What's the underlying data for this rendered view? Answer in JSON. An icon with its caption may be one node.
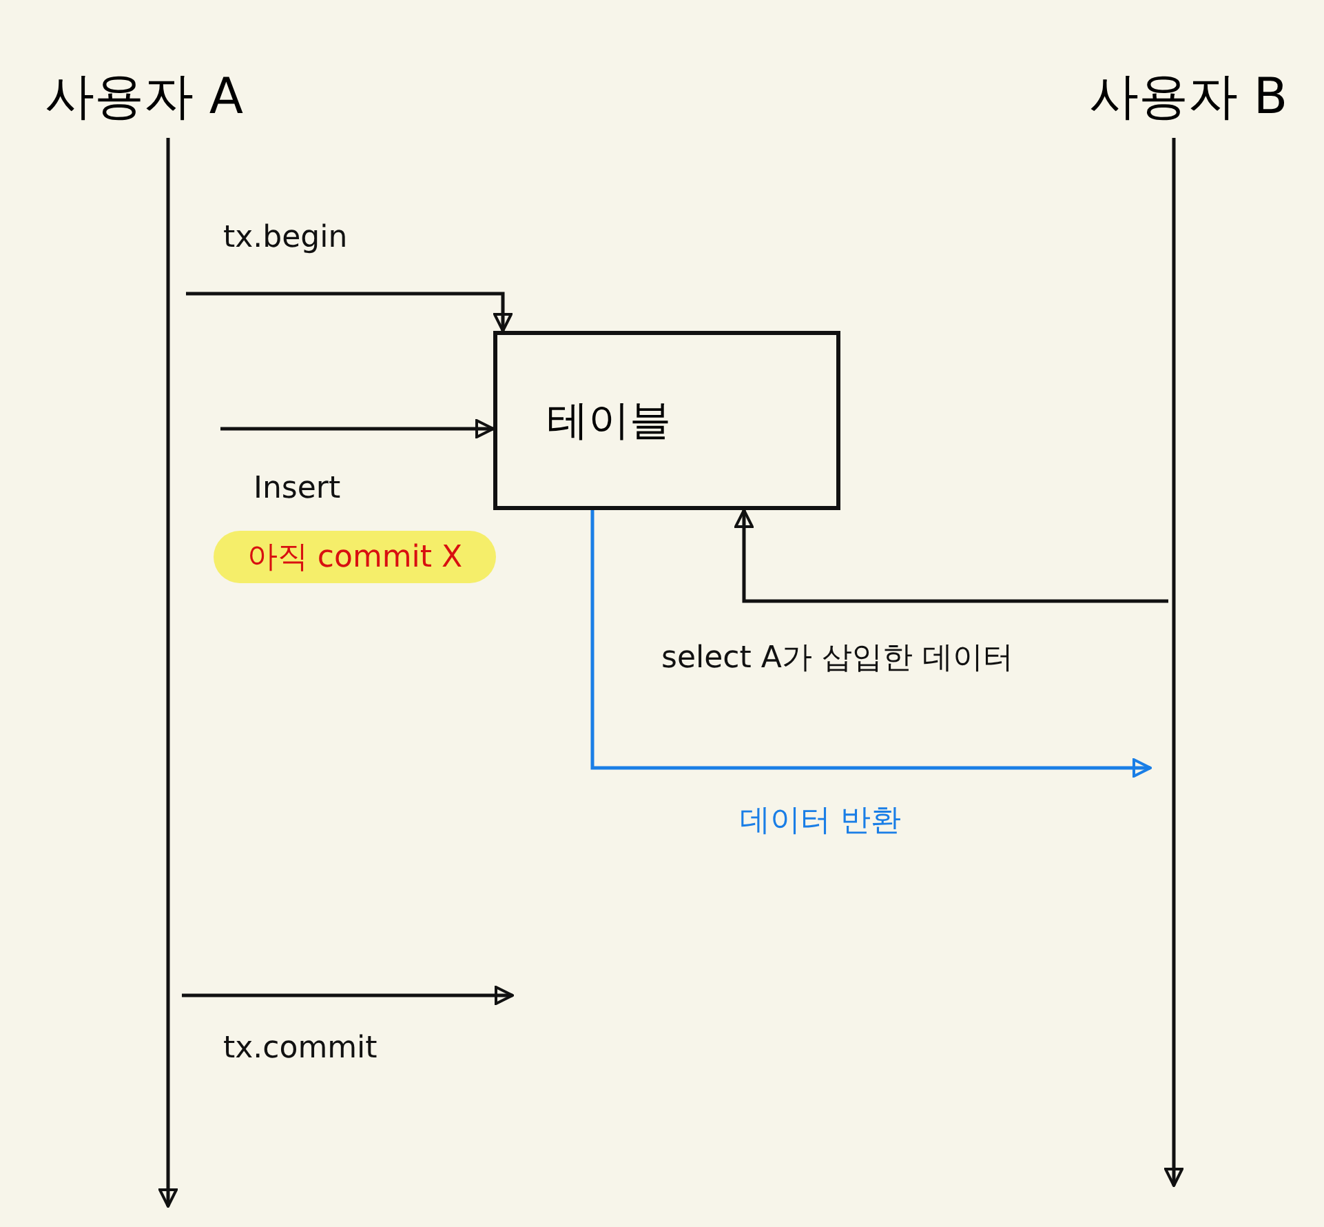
{
  "diagram": {
    "nodes": [
      {
        "text": [
          "사용자 A"
        ]
      },
      {
        "text": [
          "사용자 B"
        ]
      },
      {
        "text": [
          "테이블"
        ]
      },
      {
        "text": [
          "아직 commit X"
        ]
      }
    ],
    "edges": [
      {
        "from": 0,
        "to": null,
        "arrow": "to"
      },
      {
        "from": 1,
        "to": null,
        "arrow": "to"
      },
      {
        "from": null,
        "to": 2,
        "arrow": "to",
        "label": "tx.begin"
      },
      {
        "from": null,
        "to": 2,
        "arrow": "to",
        "label": "Insert"
      },
      {
        "from": null,
        "to": 2,
        "arrow": "to",
        "label": "select A가 삽입한 데이터"
      },
      {
        "from": 2,
        "to": null,
        "arrow": "to",
        "label": "데이터 반환",
        "color": "#1a7ee6"
      }
    ],
    "labels": [
      "tx.commit"
    ]
  }
}
